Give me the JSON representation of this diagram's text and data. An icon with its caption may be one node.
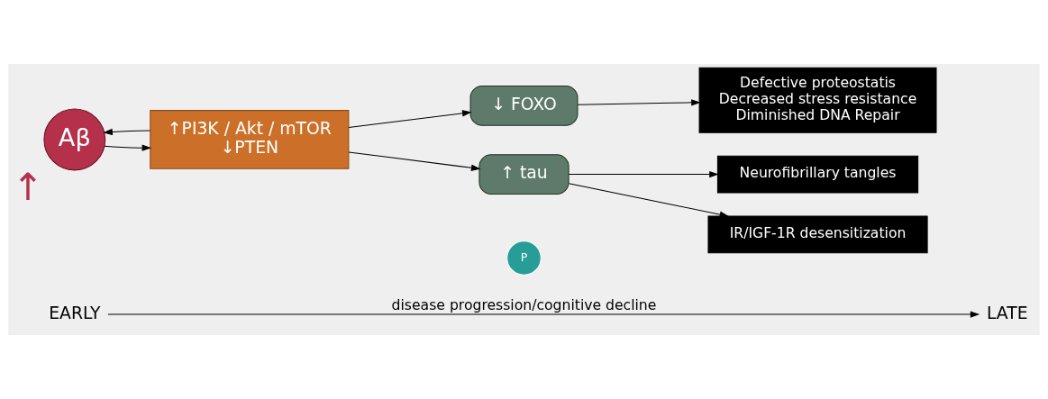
{
  "diagram": {
    "nodes": [
      {
        "text": [
          "EARLY"
        ]
      },
      {
        "text": [
          "LATE"
        ]
      },
      {
        "text": [
          "Aβ"
        ],
        "beside": [
          "↑"
        ]
      },
      {
        "text": [
          "↑PI3K / Akt / mTOR",
          "↓PTEN"
        ]
      },
      {
        "text": [
          "↓ FOXO"
        ]
      },
      {
        "text": [
          "↑ tau"
        ]
      },
      {
        "text": [
          "P"
        ]
      },
      {
        "text": [
          "Defective proteostatis",
          "Decreased stress resistance",
          "Diminished DNA Repair"
        ]
      },
      {
        "text": [
          "Neurofibrillary tangles"
        ]
      },
      {
        "text": [
          "IR/IGF-1R desensitization"
        ]
      }
    ],
    "edges": [
      {
        "from": 0,
        "to": 1,
        "arrow": "to",
        "label": "disease progression/cognitive decline"
      },
      {
        "from": 3,
        "to": 2,
        "arrow": "to"
      },
      {
        "from": 2,
        "to": 3,
        "arrow": "to"
      },
      {
        "from": 3,
        "to": 4,
        "arrow": "to"
      },
      {
        "from": 3,
        "to": 5,
        "arrow": "to"
      },
      {
        "from": 4,
        "to": 7,
        "arrow": "to"
      },
      {
        "from": 5,
        "to": 8,
        "arrow": "to"
      },
      {
        "from": 5,
        "to": 9,
        "arrow": "to"
      }
    ]
  }
}
